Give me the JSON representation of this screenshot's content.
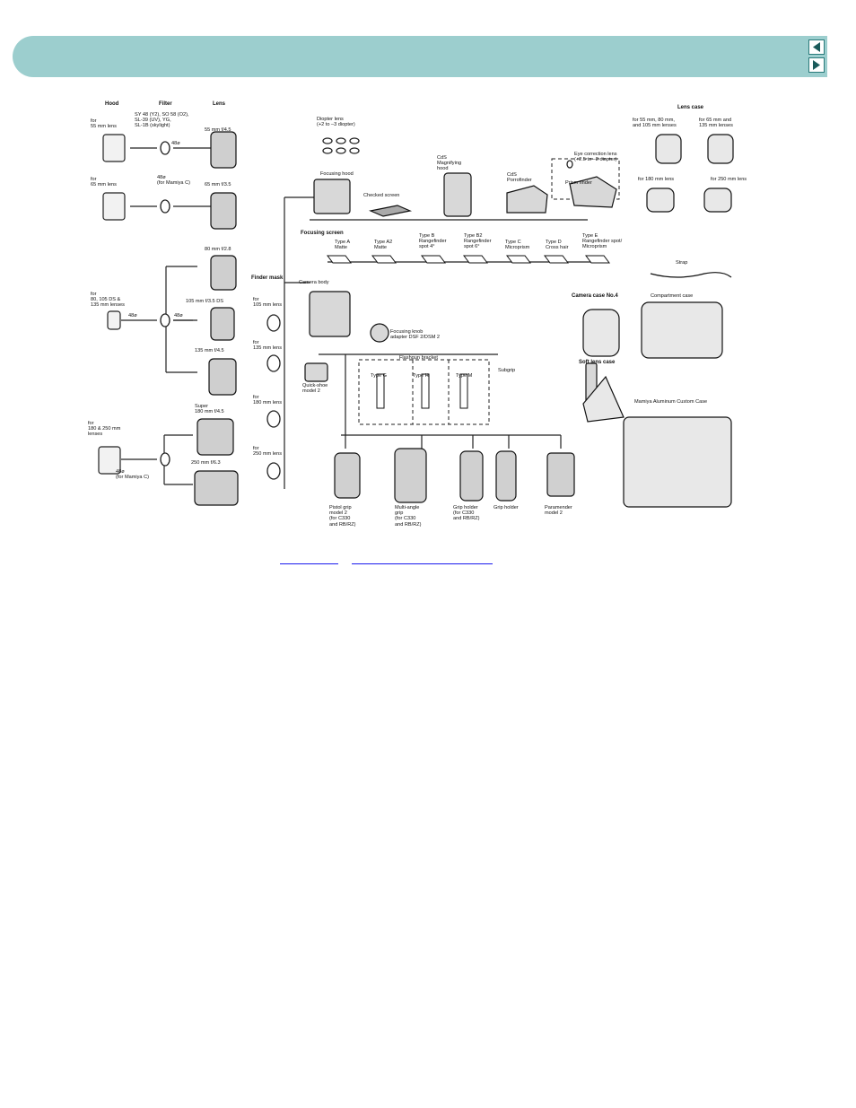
{
  "header": {
    "bar_color": "#9ccece",
    "prev_icon": "left-triangle-icon",
    "next_icon": "right-triangle-icon"
  },
  "diagram": {
    "col_hood": "Hood",
    "col_filter": "Filter",
    "col_lens": "Lens",
    "filter_types": "SY 48 (Y2), SO 58 (O2),\nSL-39 (UV), YG,\nSL-1B (skylight)",
    "hood_55": "for\n55 mm lens",
    "hood_65": "for\n65 mm lens",
    "f48_a": "48ø",
    "f48_b": "48ø\n(for Mamiya C)",
    "lens_55": "55 mm f/4.5",
    "lens_65": "65 mm f/3.5",
    "lens_80": "80 mm f/2.8",
    "hood_80": "for\n80, 105 DS &\n135 mm lenses",
    "f48_c": "48ø",
    "f48_d": "48ø",
    "lens_105": "105 mm f/3.5 DS",
    "lens_135": "135 mm f/4.5",
    "lens_super180": "Super\n180 mm f/4.5",
    "lens_250": "250 mm f/6.3",
    "hood_180": "for\n180 & 250 mm\nlenses",
    "f48_e": "48ø\n(for Mamiya C)",
    "finder_mask": "Finder mask",
    "mask_105": "for\n105 mm lens",
    "mask_135": "for\n135 mm lens",
    "mask_180": "for\n180 mm lens",
    "mask_250": "for\n250 mm lens",
    "diopter": "Diopter lens\n(+2 to –3 diopter)",
    "focusing_hood": "Focusing hood",
    "checked_screen": "Checked screen",
    "cds_magnifying": "CdS\nMagnifying\nhood",
    "cds_porrofinder": "CdS\nPorrofinder",
    "eye_correction": "Eye correction lens\n(+2.5 to –2 diopter)",
    "prism_finder": "Prism finder",
    "focusing_screen": "Focusing screen",
    "type_a": "Type A\nMatte",
    "type_a2": "Type A2\nMatte",
    "type_b": "Type B\nRangefinder\nspot 4°",
    "type_b2": "Type B2\nRangefinder\nspot 6°",
    "type_c": "Type C\nMicroprism",
    "type_d": "Type D\nCross hair",
    "type_e": "Type E\nRangefinder spot/\nMicroprism",
    "camera_body": "Camera body",
    "focusing_knob": "Focusing knob\nadapter DSF 2/DSM 2",
    "quick_shoe": "Quick-shoe\nmodel 2",
    "flashgun_bracket": "Flashgun bracket",
    "type_g": "Type G",
    "type_h": "Type H",
    "type_m": "Type M",
    "subgrip": "Subgrip",
    "pistol_grip": "Pistol grip\nmodel 2\n(for C330\nand RB/RZ)",
    "multi_angle": "Multi-angle\ngrip\n(for C330\nand RB/RZ)",
    "grip_holder_c330": "Grip holder\n(for C330\nand RB/RZ)",
    "grip_holder": "Grip holder",
    "paramender": "Paramender\nmodel 2",
    "lens_case": "Lens case",
    "lc_55": "for 55 mm, 80 mm,\nand 105 mm lenses",
    "lc_65": "for 65 mm and\n135 mm lenses",
    "lc_180": "for 180 mm lens",
    "lc_250": "for 250 mm lens",
    "strap": "Strap",
    "camera_case": "Camera case No.4",
    "compartment_case": "Compartment case",
    "soft_lens_case": "Soft lens case",
    "aluminum_case": "Mamiya Aluminum Custom Case"
  },
  "links": {
    "link1": "",
    "link2": ""
  }
}
